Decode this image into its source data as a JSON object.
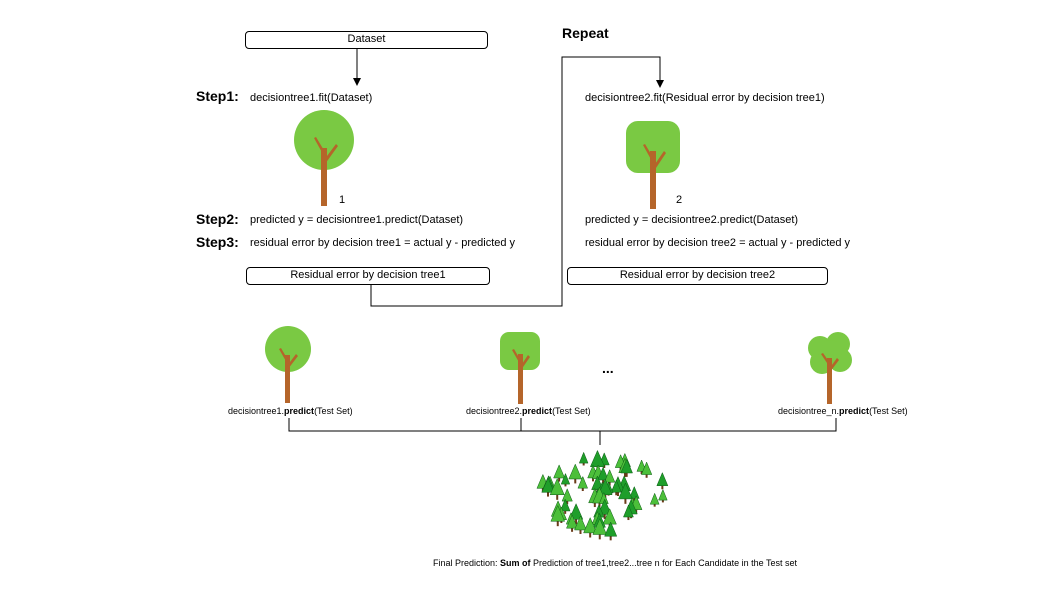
{
  "top": {
    "dataset_label": "Dataset",
    "repeat_label": "Repeat"
  },
  "left": {
    "step1_label": "Step1:",
    "step1_text": "decisiontree1.fit(Dataset)",
    "tree_number": "1",
    "step2_label": "Step2:",
    "step2_text": "predicted y = decisiontree1.predict(Dataset)",
    "step3_label": "Step3:",
    "step3_text": "residual error by decision tree1 = actual y - predicted y",
    "residual_box": "Residual error by decision tree1"
  },
  "right": {
    "fit_text": "decisiontree2.fit(Residual error by decision tree1)",
    "tree_number": "2",
    "predict_text": "predicted y = decisiontree2.predict(Dataset)",
    "residual_text": "residual error by decision tree2 = actual y - predicted y",
    "residual_box": "Residual error by decision tree2"
  },
  "bottom": {
    "ellipsis": "...",
    "pred1_prefix": "decisiontree1.",
    "pred1_bold": "predict",
    "pred1_suffix": "(Test Set)",
    "pred2_prefix": "decisiontree2.",
    "pred2_bold": "predict",
    "pred2_suffix": "(Test Set)",
    "predn_prefix": "decisiontree_n.",
    "predn_bold": "predict",
    "predn_suffix": "(Test Set)",
    "final_prefix": "Final Prediction: ",
    "final_bold": "Sum of",
    "final_suffix": " Prediction of tree1,tree2...tree n for Each Candidate in the Test set"
  },
  "colors": {
    "foliage": "#7ac943",
    "trunk": "#b5652a",
    "forest_green": "#1f9e2a"
  }
}
